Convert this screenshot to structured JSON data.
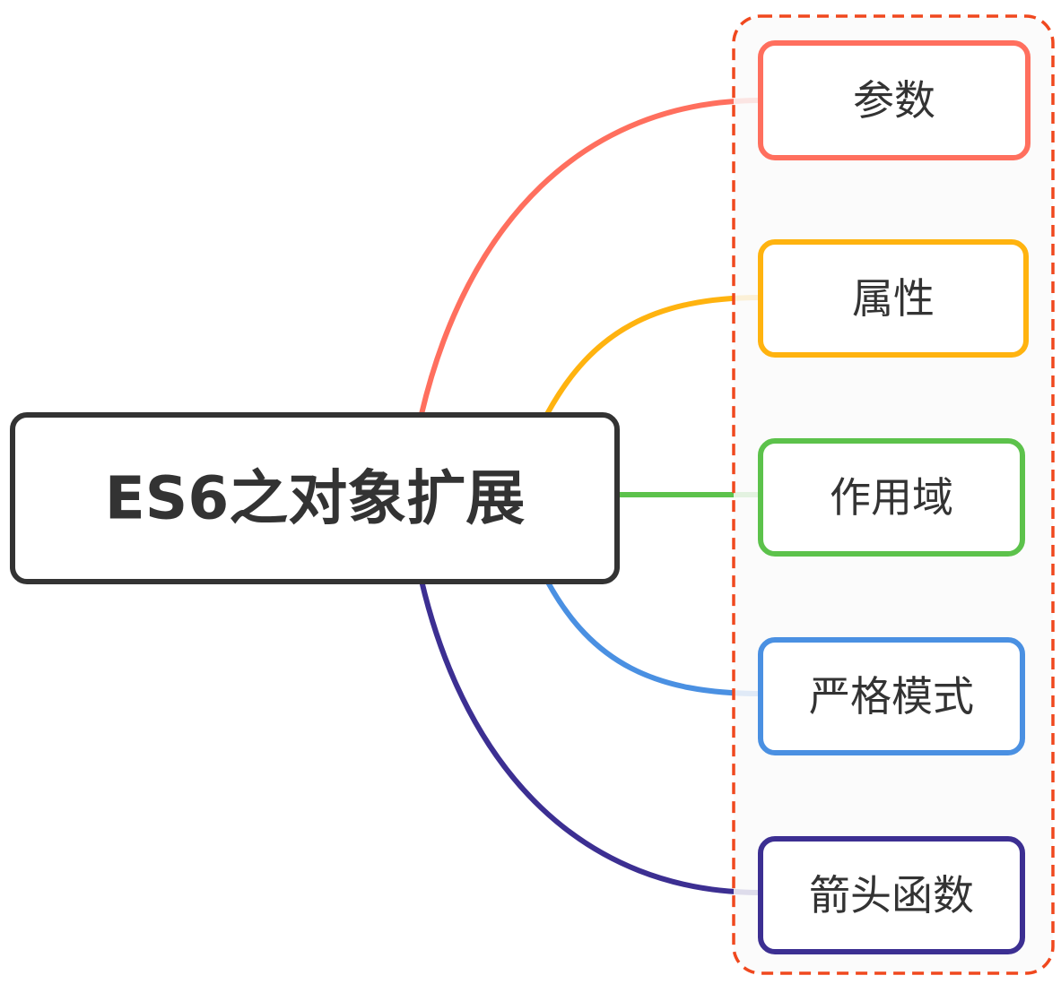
{
  "mindmap": {
    "root": {
      "label": "ES6之对象扩展",
      "border_color": "#333333"
    },
    "group_border_color": "#f0481e",
    "branches": [
      {
        "label": "参数",
        "color": "#ff6f5e"
      },
      {
        "label": "属性",
        "color": "#ffb30f"
      },
      {
        "label": "作用域",
        "color": "#5cc24b"
      },
      {
        "label": "严格模式",
        "color": "#4a90e2"
      },
      {
        "label": "箭头函数",
        "color": "#3c2f92"
      }
    ]
  }
}
